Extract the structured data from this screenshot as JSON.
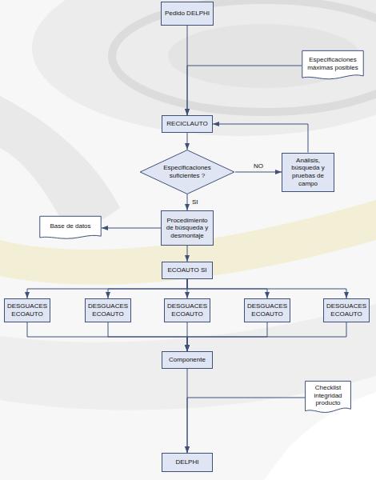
{
  "diagram": {
    "nodes": [
      {
        "text": [
          "Pedido DELPHI"
        ]
      },
      {
        "text": [
          "Especificaciones máximas posibles"
        ]
      },
      {
        "text": [
          "RECICLAUTO"
        ]
      },
      {
        "text": [
          "Especificaciones suficientes ?"
        ]
      },
      {
        "text": [
          "Análisis, búsqueda y pruebas de campo"
        ]
      },
      {
        "text": [
          "Base de datos"
        ]
      },
      {
        "text": [
          "Procedimiento de búsqueda y desmontaje"
        ]
      },
      {
        "text": [
          "ECOAUTO SI"
        ]
      },
      {
        "text": [
          "DESGUACES ECOAUTO"
        ]
      },
      {
        "text": [
          "DESGUACES ECOAUTO"
        ]
      },
      {
        "text": [
          "DESGUACES ECOAUTO"
        ]
      },
      {
        "text": [
          "DESGUACES ECOAUTO"
        ]
      },
      {
        "text": [
          "DESGUACES ECOAUTO"
        ]
      },
      {
        "text": [
          "Componente"
        ]
      },
      {
        "text": [
          "Checklist integridad producto"
        ]
      },
      {
        "text": [
          "DELPHI"
        ]
      }
    ],
    "edges": [
      {
        "from": 0,
        "to": 2,
        "arrow": "to"
      },
      {
        "from": 1,
        "to": 2,
        "arrow": "to"
      },
      {
        "from": 2,
        "to": 3,
        "arrow": "to"
      },
      {
        "from": 3,
        "to": 4,
        "label": "NO",
        "arrow": "to"
      },
      {
        "from": 4,
        "to": 2,
        "arrow": "to"
      },
      {
        "from": 3,
        "to": 6,
        "label": "SI",
        "arrow": "to"
      },
      {
        "from": 6,
        "to": 5,
        "arrow": "to"
      },
      {
        "from": 6,
        "to": 7,
        "arrow": "to"
      },
      {
        "from": 7,
        "to": 8,
        "arrow": "to"
      },
      {
        "from": 7,
        "to": 9,
        "arrow": "to"
      },
      {
        "from": 7,
        "to": 10,
        "arrow": "to"
      },
      {
        "from": 7,
        "to": 11,
        "arrow": "to"
      },
      {
        "from": 7,
        "to": 12,
        "arrow": "to"
      },
      {
        "from": 8,
        "to": 13,
        "arrow": "to"
      },
      {
        "from": 9,
        "to": 13,
        "arrow": "to"
      },
      {
        "from": 10,
        "to": 13,
        "arrow": "to"
      },
      {
        "from": 11,
        "to": 13,
        "arrow": "to"
      },
      {
        "from": 12,
        "to": 13,
        "arrow": "to"
      },
      {
        "from": 13,
        "to": 15,
        "arrow": "to"
      },
      {
        "from": 14,
        "to": 15,
        "arrow": "to"
      }
    ]
  }
}
